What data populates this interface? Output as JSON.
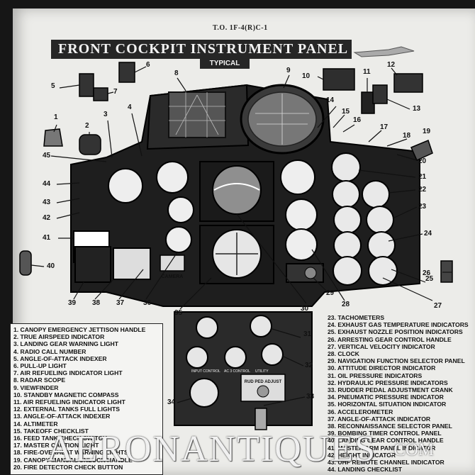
{
  "header": {
    "doc_code": "T.O. 1F-4(R)C-1",
    "title": "FRONT COCKPIT INSTRUMENT PANEL",
    "subtitle": "TYPICAL"
  },
  "callouts": [
    "1",
    "2",
    "3",
    "4",
    "5",
    "6",
    "7",
    "8",
    "9",
    "10",
    "11",
    "12",
    "13",
    "14",
    "15",
    "16",
    "17",
    "18",
    "19",
    "20",
    "21",
    "22",
    "23",
    "24",
    "25",
    "26",
    "27",
    "28",
    "29",
    "30",
    "31",
    "32",
    "33",
    "34",
    "35",
    "36",
    "37",
    "38",
    "39",
    "40",
    "41",
    "42",
    "43",
    "44",
    "45"
  ],
  "legend_left": [
    "1. CANOPY EMERGENCY JETTISON HANDLE",
    "2. TRUE AIRSPEED INDICATOR",
    "3. LANDING GEAR WARNING LIGHT",
    "4. RADIO CALL NUMBER",
    "5. ANGLE-OF-ATTACK INDEXER",
    "6. PULL-UP LIGHT",
    "7. AIR REFUELING INDICATOR LIGHT",
    "8. RADAR SCOPE",
    "9. VIEWFINDER",
    "10. STANDBY MAGNETIC COMPASS",
    "11. AIR REFUELING INDICATOR LIGHT",
    "12. EXTERNAL TANKS FULL LIGHTS",
    "13. ANGLE-OF-ATTACK INDEXER",
    "14. ALTIMETER",
    "15. TAKEOFF CHECKLIST",
    "16. FEED TANK CHECK SWITCH",
    "17. MASTER CAUTION LIGHT",
    "18. FIRE-OVERHEAT WARNING LIGHTS",
    "19. CANOPY MANUAL UNLOCK HANDLE",
    "20. FIRE DETECTOR CHECK BUTTON"
  ],
  "legend_right": [
    "23. TACHOMETERS",
    "24. EXHAUST GAS TEMPERATURE INDICATORS",
    "25. EXHAUST NOZZLE POSITION INDICATORS",
    "26. ARRESTING GEAR CONTROL HANDLE",
    "27. VERTICAL VELOCITY INDICATOR",
    "28. CLOCK",
    "29. NAVIGATION FUNCTION SELECTOR PANEL",
    "30. ATTITUDE DIRECTOR INDICATOR",
    "31. OIL PRESSURE INDICATORS",
    "32. HYDRAULIC PRESSURE INDICATORS",
    "33. RUDDER PEDAL ADJUSTMENT CRANK",
    "34. PNEUMATIC PRESSURE INDICATOR",
    "35. HORIZONTAL SITUATION INDICATOR",
    "36. ACCELEROMETER",
    "37. ANGLE-OF-ATTACK INDICATOR",
    "38. RECONNAISSANCE SELECTOR PANEL",
    "39. BOMBING TIMER CONTROL PANEL",
    "40. LANDING GEAR CONTROL HANDLE",
    "41. MASTER ARM PANEL INDICATOR",
    "42. HEIGHT INDICATOR",
    "43. UHF REMOTE CHANNEL INDICATOR",
    "44. LANDING CHECKLIST"
  ],
  "panel_text": {
    "camera": "CAMERA",
    "input_control": "INPUT CONTROL",
    "ac3_control": "AC 3 CONTROL",
    "utility": "UTILITY",
    "rud_ped_adjust": "RUD PED ADJUST"
  },
  "watermark": {
    "main": "AERONANTIQUES",
    "suffix": ".COM"
  }
}
